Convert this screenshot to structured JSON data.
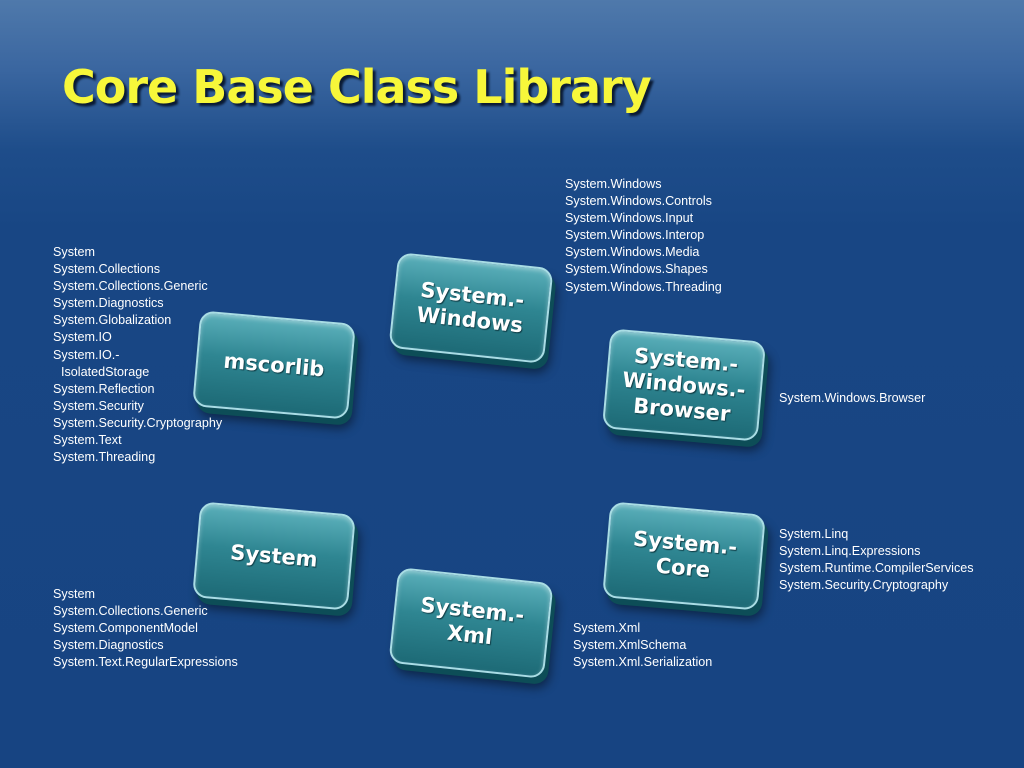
{
  "slide": {
    "title": "Core Base Class Library"
  },
  "tiles": {
    "mscorlib": "mscorlib",
    "system_windows": [
      "System.-",
      "Windows"
    ],
    "system_windows_browser": [
      "System.-",
      "Windows.-",
      "Browser"
    ],
    "system": "System",
    "system_xml": [
      "System.-",
      "Xml"
    ],
    "system_core": [
      "System.-",
      "Core"
    ]
  },
  "lists": {
    "mscorlib": [
      "System",
      "System.Collections",
      "System.Collections.Generic",
      "System.Diagnostics",
      "System.Globalization",
      "System.IO",
      "System.IO.-",
      "IsolatedStorage",
      "System.Reflection",
      "System.Security",
      "System.Security.Cryptography",
      "System.Text",
      "System.Threading"
    ],
    "system_windows": [
      "System.Windows",
      "System.Windows.Controls",
      "System.Windows.Input",
      "System.Windows.Interop",
      "System.Windows.Media",
      "System.Windows.Shapes",
      "System.Windows.Threading"
    ],
    "system_windows_browser": [
      "System.Windows.Browser"
    ],
    "system": [
      "System",
      "System.Collections.Generic",
      "System.ComponentModel",
      "System.Diagnostics",
      "System.Text.RegularExpressions"
    ],
    "system_xml": [
      "System.Xml",
      "System.XmlSchema",
      "System.Xml.Serialization"
    ],
    "system_core": [
      "System.Linq",
      "System.Linq.Expressions",
      "System.Runtime.CompilerServices",
      "System.Security.Cryptography"
    ]
  },
  "colors": {
    "title": "#f7f73a",
    "tile_top": "#5aafba",
    "tile_bottom": "#1d6a76",
    "background": "#174482"
  }
}
